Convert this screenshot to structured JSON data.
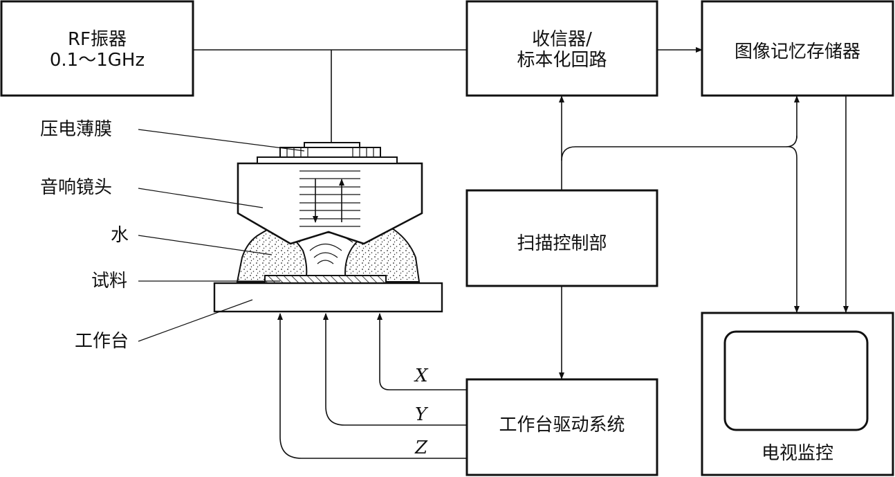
{
  "boxes": {
    "rf": {
      "line1": "RF振器",
      "line2": "0.1～1GHz"
    },
    "receiver": {
      "line1": "收信器/",
      "line2": "标本化回路"
    },
    "memory": "图像记忆存储器",
    "scan": "扫描控制部",
    "drive": "工作台驱动系统",
    "monitor": "电视监控"
  },
  "parts": {
    "film": "压电薄膜",
    "lens": "音响镜头",
    "water": "水",
    "sample": "试料",
    "stage": "工作台"
  },
  "axes": {
    "x": "X",
    "y": "Y",
    "z": "Z"
  }
}
